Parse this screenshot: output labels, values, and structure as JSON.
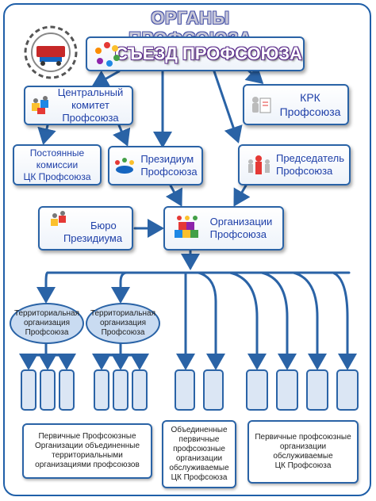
{
  "title": "ОРГАНЫ ПРОФСОЮЗА",
  "congress": "СЪЕЗД ПРОФСОЮЗА",
  "central_committee": [
    "Центральный",
    "комитет",
    "Профсоюза"
  ],
  "krk": [
    "КРК",
    "Профсоюза"
  ],
  "standing_commissions": [
    "Постоянные",
    "комиссии",
    "ЦК Профсоюза"
  ],
  "presidium": [
    "Президиум",
    "Профсоюза"
  ],
  "chairman": [
    "Председатель",
    "Профсоюза"
  ],
  "bureau": [
    "Бюро",
    "Президиума"
  ],
  "organizations": [
    "Организации",
    "Профсоюза"
  ],
  "territorial_1": [
    "Территориальная",
    "организация",
    "Профсоюза"
  ],
  "territorial_2": [
    "Территориальная",
    "организация",
    "Профсоюза"
  ],
  "note_left": [
    "Первичные Профсоюзные",
    "Организации объединенные",
    "территориальными",
    "организациями профсоюзов"
  ],
  "note_middle": [
    "Объединенные",
    "первичные",
    "профсоюзные",
    "организации",
    "обслуживаемые",
    "ЦК Профсоюза"
  ],
  "note_right": [
    "Первичные профсоюзные",
    "организации обслуживаемые",
    "ЦК Профсоюза"
  ],
  "colors": {
    "border": "#2a63a6",
    "text": "#1e3fa8",
    "arrow": "#2a63a6",
    "ellipse_fill": "#c9dbf1"
  },
  "icons": [
    "gear-logo-icon",
    "people-circle-icon",
    "puzzle-people-icon",
    "inspector-icon",
    "meeting-icon",
    "leader-icon",
    "puzzle-pieces-icon"
  ]
}
